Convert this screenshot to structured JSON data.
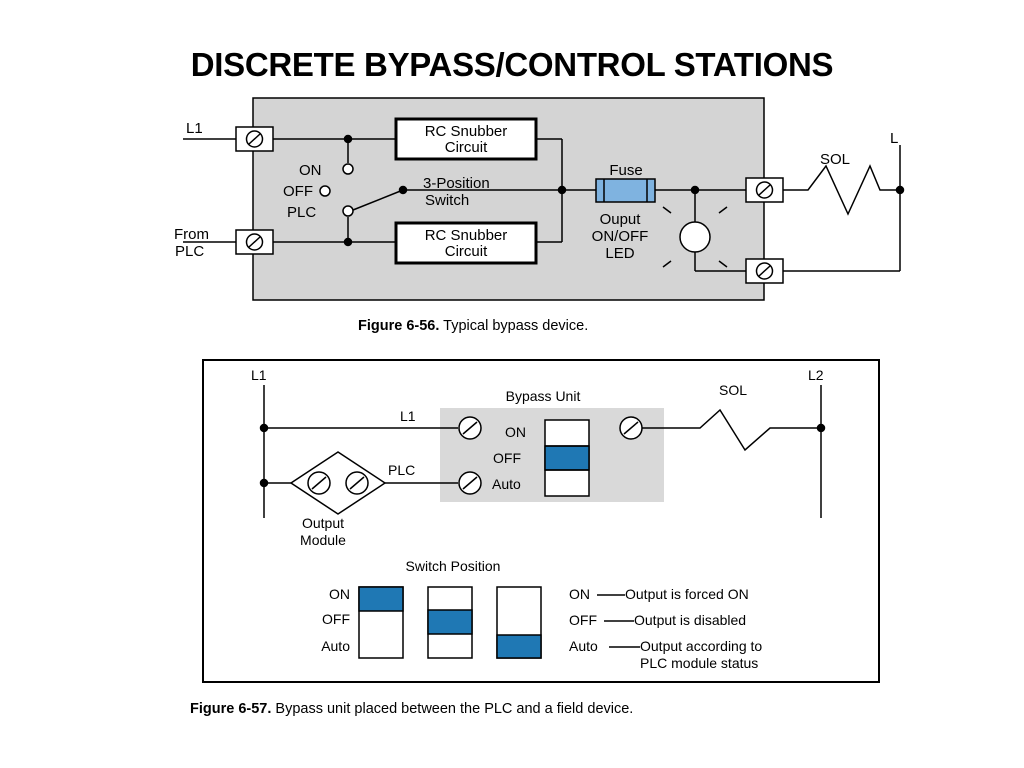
{
  "title": "DISCRETE BYPASS/CONTROL STATIONS",
  "colors": {
    "accent_blue": "#1f78b4",
    "fuse_blue": "#7fb3e0",
    "panel_gray": "#d4d4d4",
    "unit_gray": "#d9d9d9"
  },
  "fig56": {
    "caption_label": "Figure 6-56.",
    "caption_text": " Typical bypass device.",
    "terminal_l1": "L1",
    "terminal_from": "From",
    "terminal_plc": "PLC",
    "rc_top_line1": "RC Snubber",
    "rc_top_line2": "Circuit",
    "rc_bottom_line1": "RC Snubber",
    "rc_bottom_line2": "Circuit",
    "pos_on": "ON",
    "pos_off": "OFF",
    "pos_plc": "PLC",
    "switch_line1": "3-Position",
    "switch_line2": "Switch",
    "fuse": "Fuse",
    "led_line1": "Ouput",
    "led_line2": "ON/OFF",
    "led_line3": "LED",
    "sol": "SOL",
    "right_l": "L"
  },
  "fig57": {
    "caption_label": "Figure 6-57.",
    "caption_text": " Bypass unit placed between the PLC and a field device.",
    "rail_l1": "L1",
    "rail_l2": "L2",
    "wire_l1": "L1",
    "wire_plc": "PLC",
    "bypass_unit": "Bypass Unit",
    "unit_on": "ON",
    "unit_off": "OFF",
    "unit_auto": "Auto",
    "sol": "SOL",
    "output_module_line1": "Output",
    "output_module_line2": "Module",
    "switch_position_title": "Switch Position",
    "legend_on": "ON",
    "legend_off": "OFF",
    "legend_auto": "Auto",
    "desc_on_key": "ON",
    "desc_on_text": "Output is forced ON",
    "desc_off_key": "OFF",
    "desc_off_text": "Output is disabled",
    "desc_auto_key": "Auto",
    "desc_auto_text_line1": "Output according to",
    "desc_auto_text_line2": "PLC module status"
  }
}
